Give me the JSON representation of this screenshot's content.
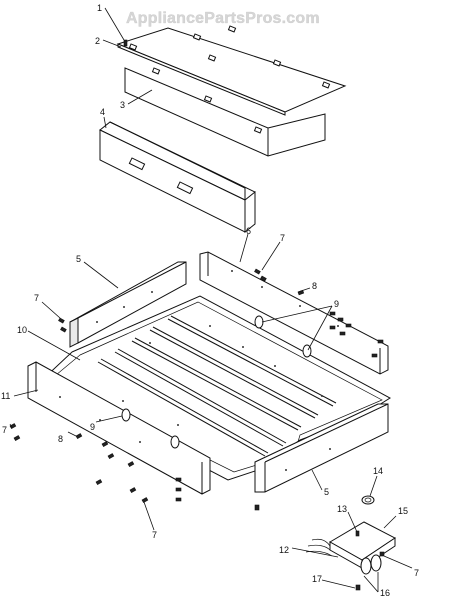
{
  "watermark": "AppliancePartsPros.com",
  "callouts": [
    "1",
    "2",
    "3",
    "4",
    "5",
    "6",
    "7",
    "7",
    "8",
    "9",
    "10",
    "11",
    "7",
    "8",
    "9",
    "5",
    "7",
    "14",
    "13",
    "15",
    "12",
    "16",
    "7",
    "17"
  ]
}
